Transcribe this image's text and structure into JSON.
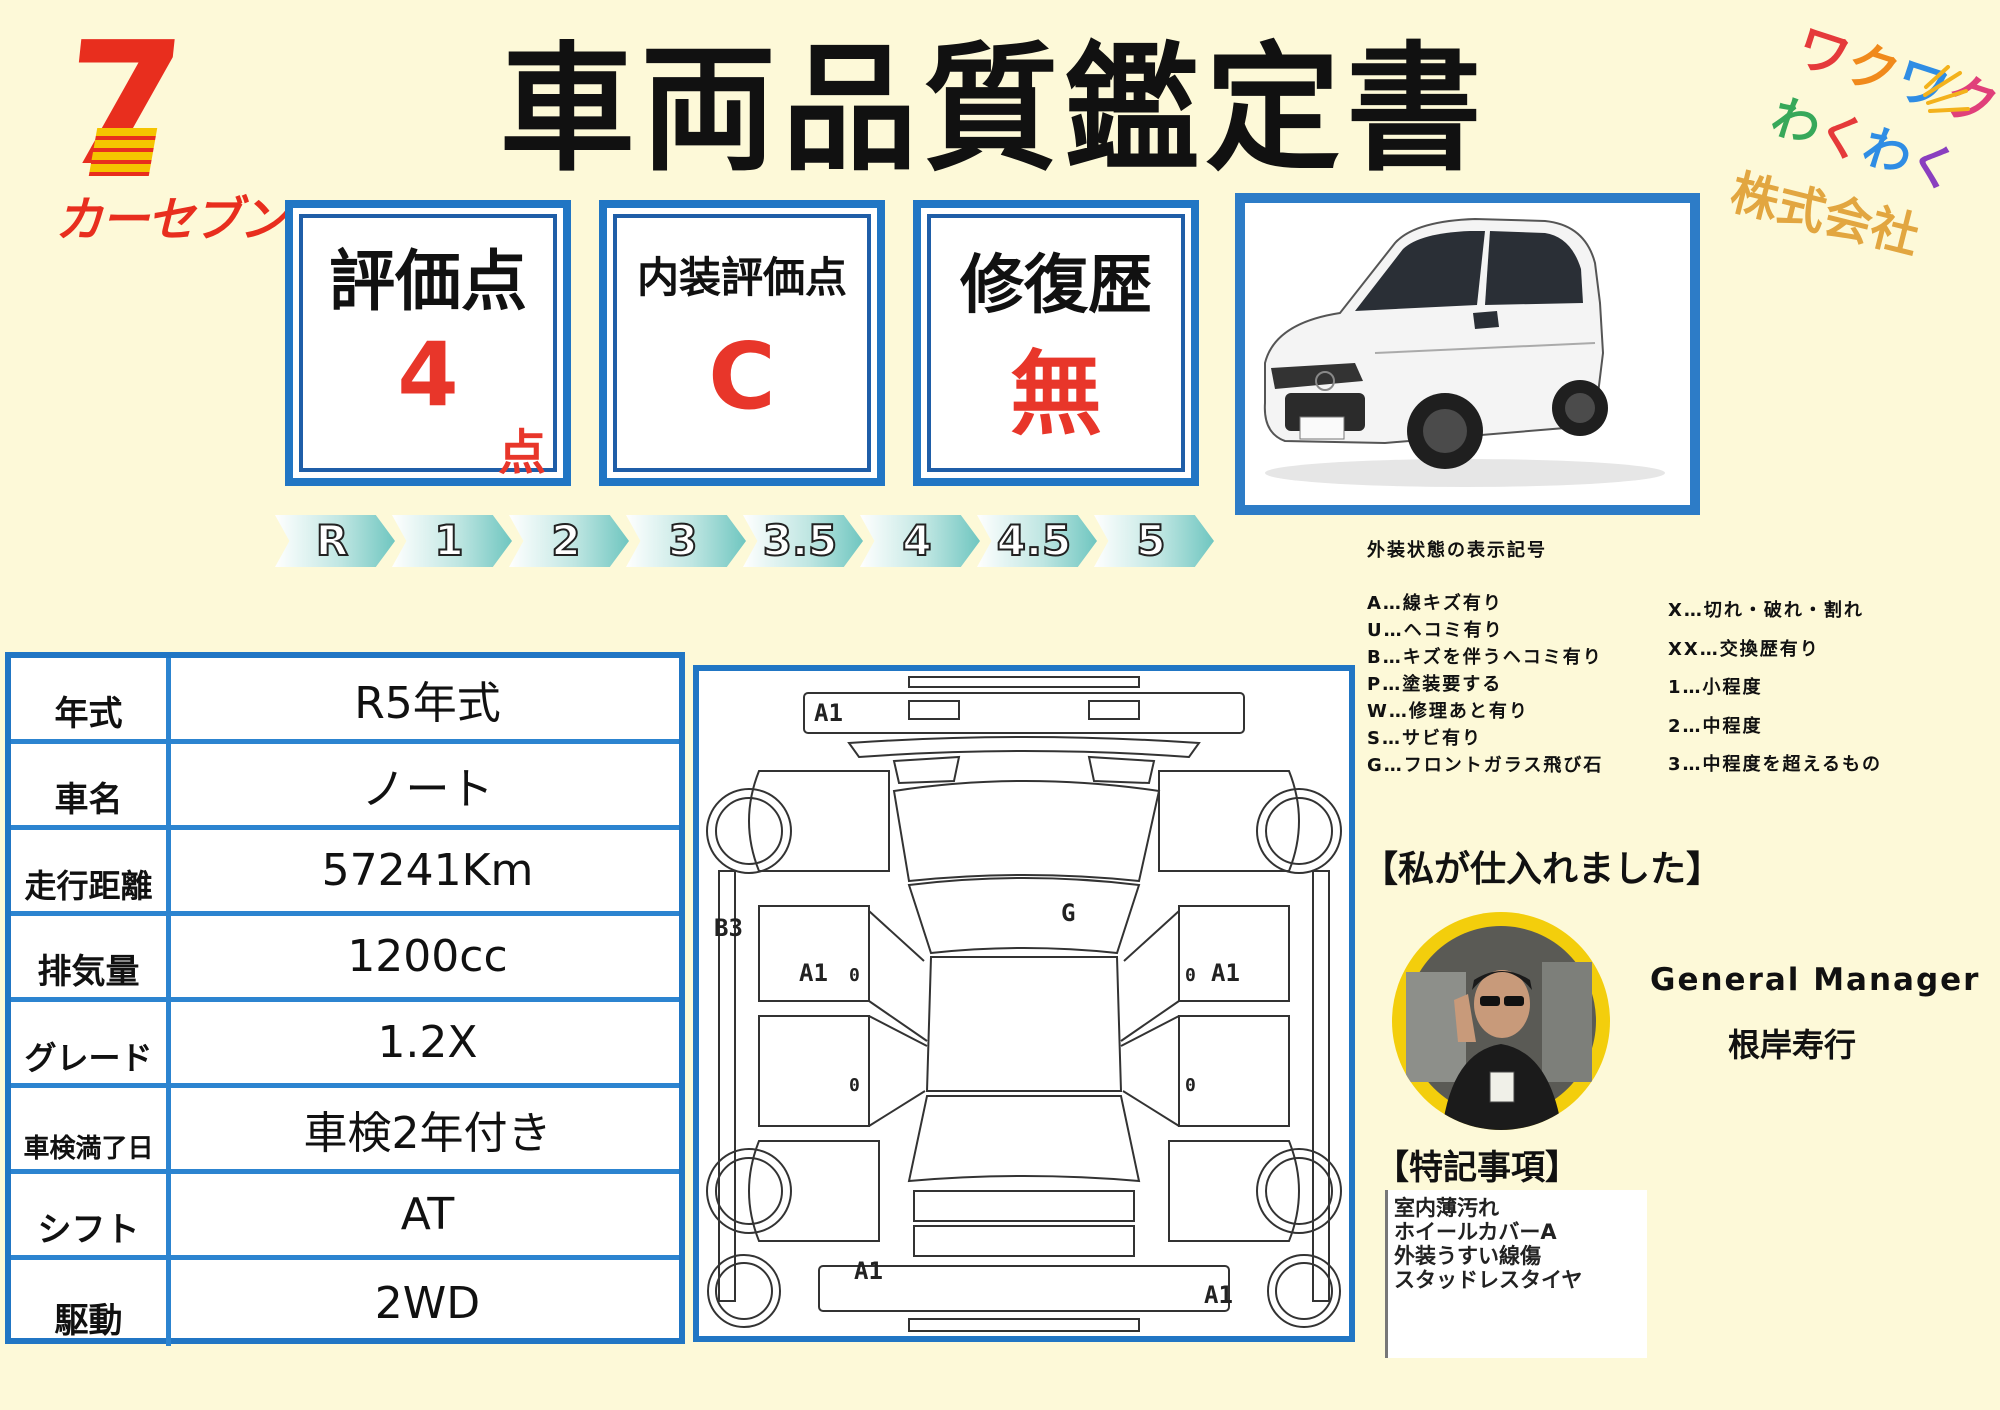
{
  "title": "車両品質鑑定書",
  "logo_left": {
    "numeral": "7",
    "kana": "カーセブン"
  },
  "logo_right": {
    "line1": [
      "ワ",
      "ク",
      "ワ",
      "ク"
    ],
    "line2": [
      "わ",
      "く",
      "わ",
      "く"
    ],
    "line3": "株式会社"
  },
  "scores": {
    "overall": {
      "label": "評価点",
      "value": "4",
      "unit": "点"
    },
    "interior": {
      "label": "内装評価点",
      "value": "C"
    },
    "repair": {
      "label": "修復歴",
      "value": "無"
    }
  },
  "rating_scale": [
    "R",
    "1",
    "2",
    "3",
    "3.5",
    "4",
    "4.5",
    "5"
  ],
  "legend": {
    "title": "外装状態の表示記号",
    "left": [
      "A…線キズ有り",
      "U…ヘコミ有り",
      "B…キズを伴うヘコミ有り",
      "P…塗装要する",
      "W…修理あと有り",
      "S…サビ有り",
      "G…フロントガラス飛び石"
    ],
    "right": [
      "X…切れ・破れ・割れ",
      "XX…交換歴有り",
      "1…小程度",
      "2…中程度",
      "3…中程度を超えるもの"
    ]
  },
  "spec": [
    {
      "key": "年式",
      "value": "R5年式"
    },
    {
      "key": "車名",
      "value": "ノート"
    },
    {
      "key": "走行距離",
      "value": "57241Km"
    },
    {
      "key": "排気量",
      "value": "1200cc"
    },
    {
      "key": "グレード",
      "value": "1.2X"
    },
    {
      "key": "車検満了日",
      "value": "車検2年付き"
    },
    {
      "key": "シフト",
      "value": "AT"
    },
    {
      "key": "駆動",
      "value": "2WD"
    }
  ],
  "diagram_marks": {
    "front_left": "A1",
    "left_panel": "B3",
    "windshield": "G",
    "left_door": "A1",
    "right_door": "A1",
    "rear_right": "A1",
    "zero_a": "0",
    "zero_b": "0",
    "zero_c": "0",
    "zero_d": "0"
  },
  "buyer": {
    "title": "【私が仕入れました】",
    "position": "General Manager",
    "name": "根岸寿行"
  },
  "notes": {
    "title": "【特記事項】",
    "lines": [
      "室内薄汚れ",
      "ホイールカバーA",
      "外装うすい線傷",
      "スタッドレスタイヤ"
    ]
  }
}
